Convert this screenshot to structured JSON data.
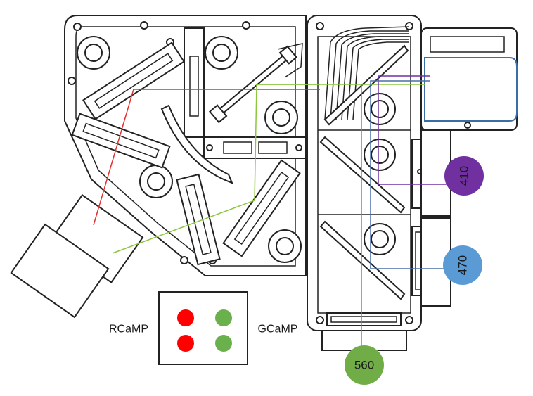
{
  "legend": {
    "left_label": "RCaMP",
    "right_label": "GCaMP",
    "left_color": "#ff0000",
    "right_color": "#6ab04c"
  },
  "leds": [
    {
      "label": "410",
      "color": "#7030a0",
      "text_color": "#1a1a1a",
      "rotated": true
    },
    {
      "label": "470",
      "color": "#5b9bd5",
      "text_color": "#1a1a1a",
      "rotated": true
    },
    {
      "label": "560",
      "color": "#70ad47",
      "text_color": "#1a1a1a",
      "rotated": false
    }
  ],
  "beam_colors": {
    "red": "#e03030",
    "green": "#8cc63f",
    "purple": "#7030a0",
    "blue": "#4a6fa5",
    "green_vertical": "#55a83a"
  }
}
